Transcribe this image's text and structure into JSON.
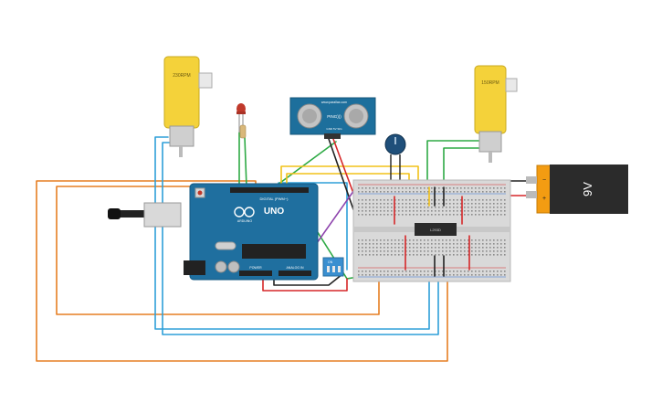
{
  "motor_left": {
    "label": "230RPM"
  },
  "motor_right": {
    "label": "150RPM"
  },
  "sensor": {
    "title": "PING)))",
    "brand": "www.parallax.com",
    "tag": "GND 5V SIG"
  },
  "arduino": {
    "model": "UNO",
    "brand": "ARDUINO",
    "header_digital": "DIGITAL (PWM~)",
    "header_power": "POWER",
    "header_analog": "ANALOG IN"
  },
  "driver_ic": {
    "label": "L293D"
  },
  "dip_switch": {
    "label": "ON"
  },
  "battery": {
    "label": "9V",
    "minus": "−",
    "plus": "+"
  },
  "colors": {
    "motor_yellow": "#f4d23a",
    "arduino_blue": "#1f6f9f",
    "breadboard": "#d9d9d9",
    "battery_body": "#2b2b2b",
    "battery_cap": "#f39c12",
    "wire_orange": "#e67e22",
    "wire_blue": "#2e9fd8",
    "wire_green": "#2eaa45",
    "wire_red": "#d62728",
    "wire_black": "#222222",
    "wire_yellow": "#f2c218",
    "wire_purple": "#8e44ad"
  }
}
